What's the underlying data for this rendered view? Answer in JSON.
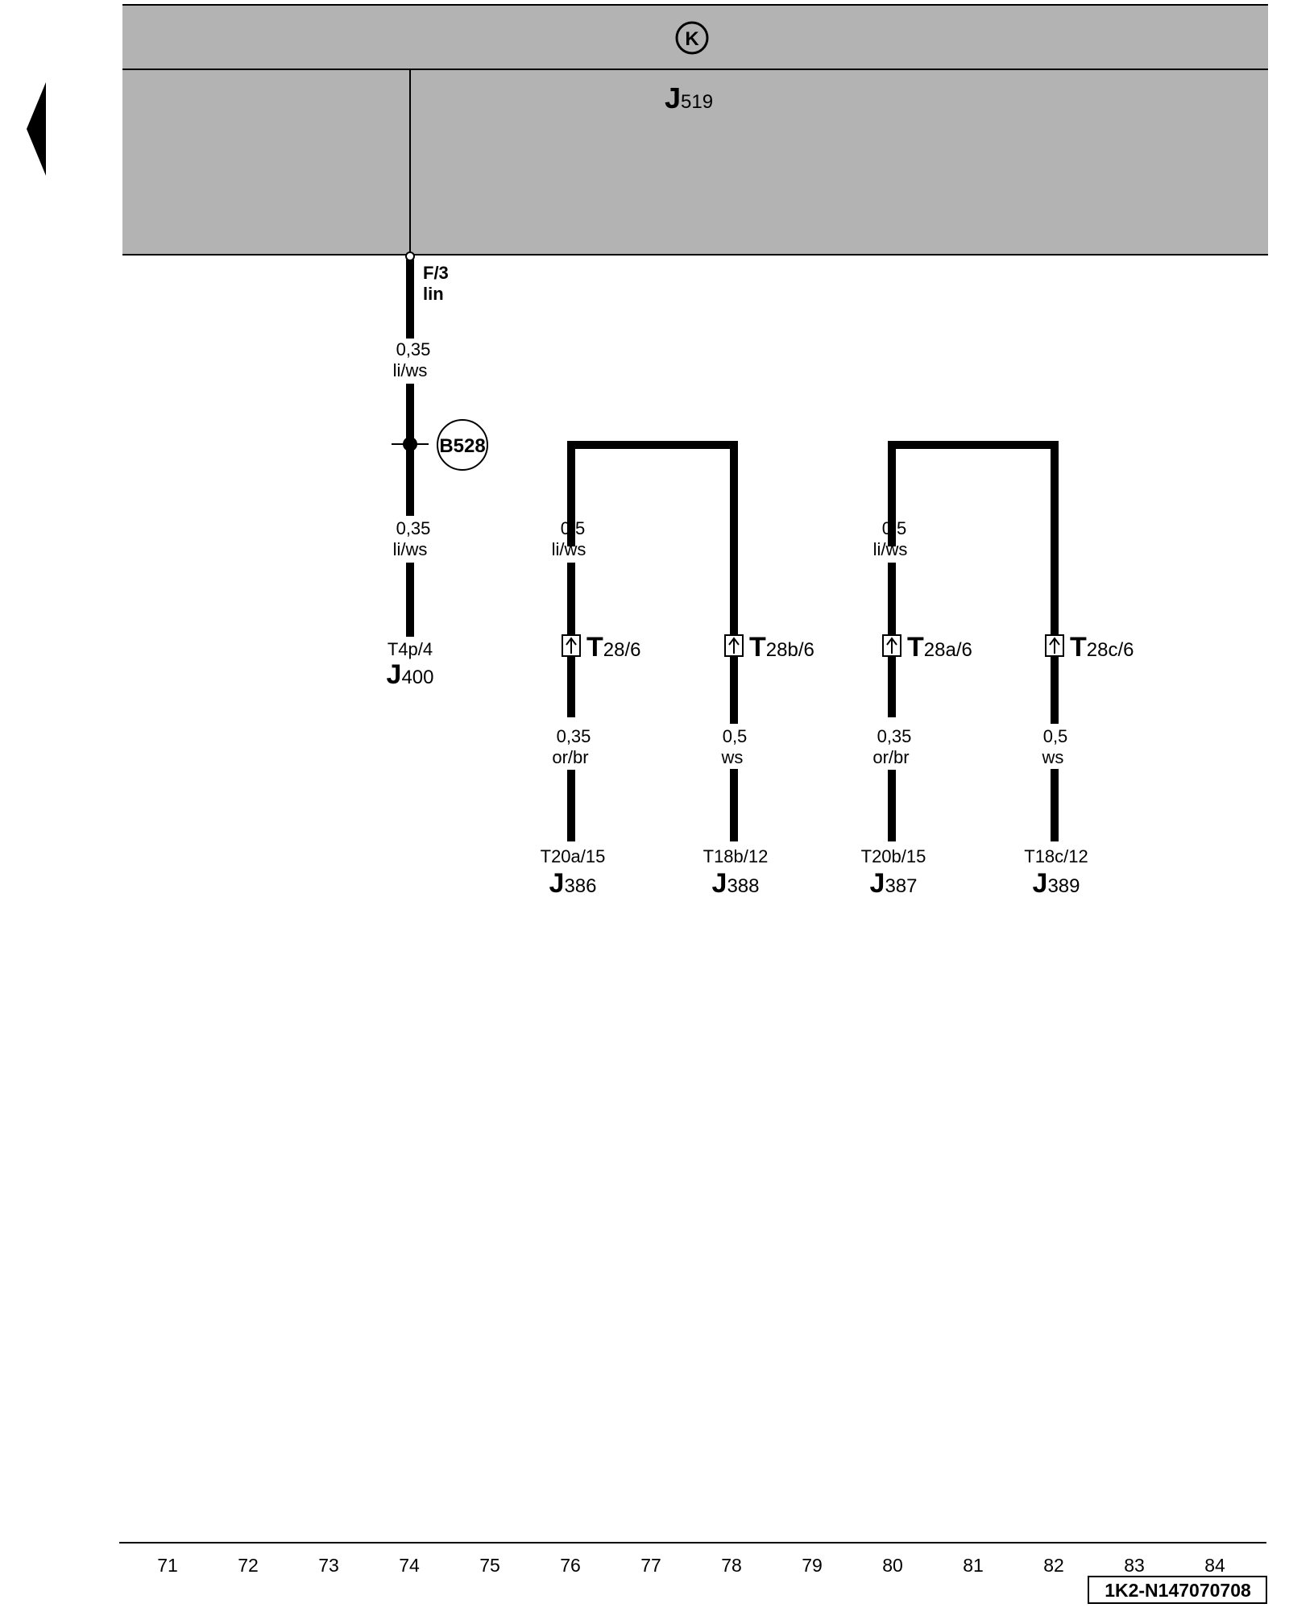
{
  "module": {
    "name": "J",
    "sub": "519",
    "symbol": "K",
    "pin": "F/3",
    "signal": "lin"
  },
  "main_wire": {
    "upper": {
      "size": "0,35",
      "color": "li/ws"
    },
    "splice": "B528",
    "lower": {
      "size": "0,35",
      "color": "li/ws"
    },
    "end_pin": "T4p/4",
    "end_name": "J",
    "end_sub": "400"
  },
  "groups": [
    {
      "top": {
        "size": "0,5",
        "color": "li/ws"
      },
      "branches": [
        {
          "connector": "T",
          "connector_sub": "28/6",
          "lower": {
            "size": "0,35",
            "color": "or/br"
          },
          "end_pin": "T20a/15",
          "end_name": "J",
          "end_sub": "386"
        },
        {
          "connector": "T",
          "connector_sub": "28b/6",
          "lower": {
            "size": "0,5",
            "color": "ws"
          },
          "end_pin": "T18b/12",
          "end_name": "J",
          "end_sub": "388"
        }
      ]
    },
    {
      "top": {
        "size": "0,5",
        "color": "li/ws"
      },
      "branches": [
        {
          "connector": "T",
          "connector_sub": "28a/6",
          "lower": {
            "size": "0,35",
            "color": "or/br"
          },
          "end_pin": "T20b/15",
          "end_name": "J",
          "end_sub": "387"
        },
        {
          "connector": "T",
          "connector_sub": "28c/6",
          "lower": {
            "size": "0,5",
            "color": "ws"
          },
          "end_pin": "T18c/12",
          "end_name": "J",
          "end_sub": "389"
        }
      ]
    }
  ],
  "ruler": [
    "71",
    "72",
    "73",
    "74",
    "75",
    "76",
    "77",
    "78",
    "79",
    "80",
    "81",
    "82",
    "83",
    "84"
  ],
  "reference": "1K2-N147070708",
  "colors": {
    "module_fill": "#b3b3b3",
    "wire": "#000000"
  }
}
